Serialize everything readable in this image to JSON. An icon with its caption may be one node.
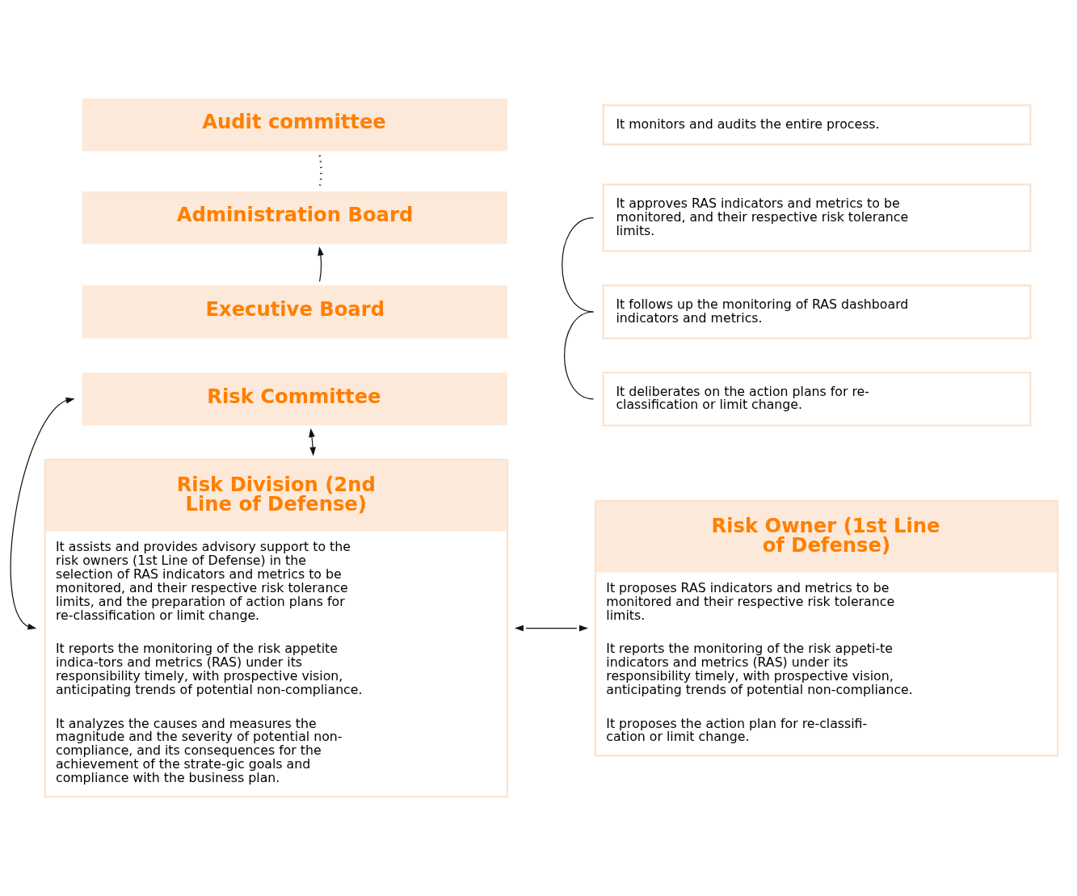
{
  "diagram": {
    "nodes": [
      {
        "text": [
          "Audit committee"
        ]
      },
      {
        "text": [
          "It monitors and audits the entire process."
        ]
      },
      {
        "text": [
          "Administration Board"
        ]
      },
      {
        "text": [
          "It approves RAS indicators and metrics to be monitored, and their respective risk tolerance limits."
        ]
      },
      {
        "text": [
          "Executive Board"
        ]
      },
      {
        "text": [
          "It follows up the monitoring of RAS dashboard indicators and metrics."
        ]
      },
      {
        "text": [
          "Risk Committee"
        ]
      },
      {
        "text": [
          "It deliberates on the action plans for re-classification or limit change."
        ]
      },
      {
        "text": [
          "Risk Division (2nd Line of Defense)",
          "It assists and provides advisory support to the risk owners (1st Line of Defense) in the selection of RAS indicators and metrics to be monitored, and their respective risk tolerance limits, and the preparation of action plans for re-classification or limit change.",
          "It reports the monitoring of the risk appetite indica-tors and metrics (RAS) under its responsibility timely, with prospective vision, anticipating trends of potential non-compliance.",
          "It analyzes the causes and measures the magnitude and the severity of potential non-compliance, and its consequences for the achievement of the strate-gic goals and compliance with the business plan."
        ]
      },
      {
        "text": [
          "Risk Owner (1st Line of Defense)",
          "It proposes RAS indicators and metrics to be monitored and their respective risk tolerance limits.",
          "It reports the monitoring of the risk appeti-te indicators and metrics (RAS) under its responsibility timely, with prospective vision, anticipating trends of potential non-compliance.",
          "It proposes the action plan for re-classifi-cation or limit change."
        ]
      }
    ],
    "edges": [
      {
        "from": 0,
        "to": 2,
        "arrow": "none",
        "style": "dashed"
      },
      {
        "from": 4,
        "to": 2,
        "arrow": "to"
      },
      {
        "from": 6,
        "to": 8,
        "arrow": "both"
      },
      {
        "from": 6,
        "to": 8,
        "arrow": "both"
      },
      {
        "from": 8,
        "to": 9,
        "arrow": "both"
      },
      {
        "from": 3,
        "to": 5,
        "arrow": "none"
      },
      {
        "from": 5,
        "to": 7,
        "arrow": "none"
      }
    ]
  }
}
